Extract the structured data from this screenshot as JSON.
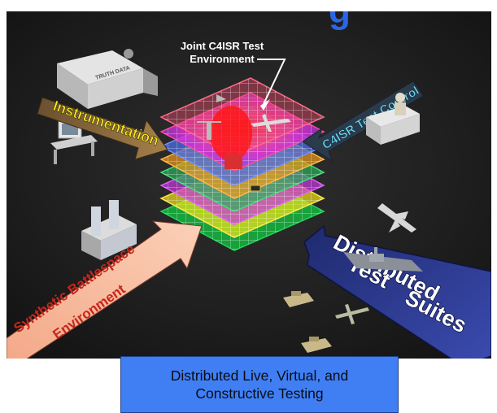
{
  "title_fragment": "g",
  "callout": {
    "line1": "Joint C4ISR Test",
    "line2": "Environment"
  },
  "arrows": {
    "instrumentation": "Instrumentation",
    "c4isr": "C4ISR Test Control",
    "synthetic_line1": "Synthetic Battlespace",
    "synthetic_line2": "Environment",
    "distributed_line1": "Distributed",
    "distributed_line2": "Test",
    "distributed_line3": "Suites"
  },
  "truck_label": "TRUTH DATA",
  "caption": {
    "line1": "Distributed Live, Virtual, and",
    "line2": "Constructive Testing"
  },
  "colors": {
    "background_dark": "#1b1b1b",
    "caption_fill": "#3f7ff3",
    "instrumentation_arrow": "#8a6a3c",
    "instrumentation_text": "#f4ec20",
    "c4isr_arrow": "#2a3a4a",
    "c4isr_text": "#6fd4ee",
    "synthetic_arrow": "#f5b89a",
    "synthetic_text": "#c8261b",
    "distributed_arrow": "#2e3a8c",
    "title_blue": "#2a66e8"
  }
}
